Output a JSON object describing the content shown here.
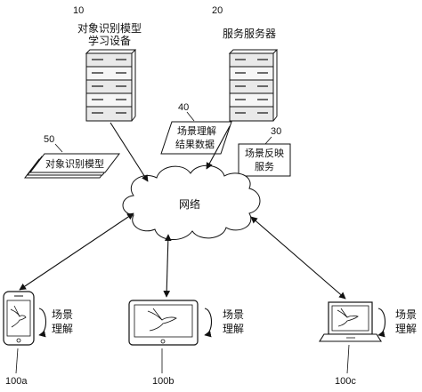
{
  "colors": {
    "ink": "#111111",
    "paper": "#ffffff"
  },
  "learning_device": {
    "ref": "10",
    "line1": "对象识别模型",
    "line2": "学习设备"
  },
  "service_server": {
    "ref": "20",
    "label": "服务服务器"
  },
  "result_data": {
    "ref": "40",
    "line1": "场景理解",
    "line2": "结果数据"
  },
  "feedback_service": {
    "ref": "30",
    "line1": "场景反映",
    "line2": "服务"
  },
  "model": {
    "ref": "50",
    "label": "对象识别模型"
  },
  "network": {
    "label": "网络"
  },
  "devices": [
    {
      "ref": "100a",
      "line1": "场景",
      "line2": "理解",
      "icon": "smartphone-icon"
    },
    {
      "ref": "100b",
      "line1": "场景",
      "line2": "理解",
      "icon": "tablet-icon"
    },
    {
      "ref": "100c",
      "line1": "场景",
      "line2": "理解",
      "icon": "laptop-icon"
    }
  ]
}
